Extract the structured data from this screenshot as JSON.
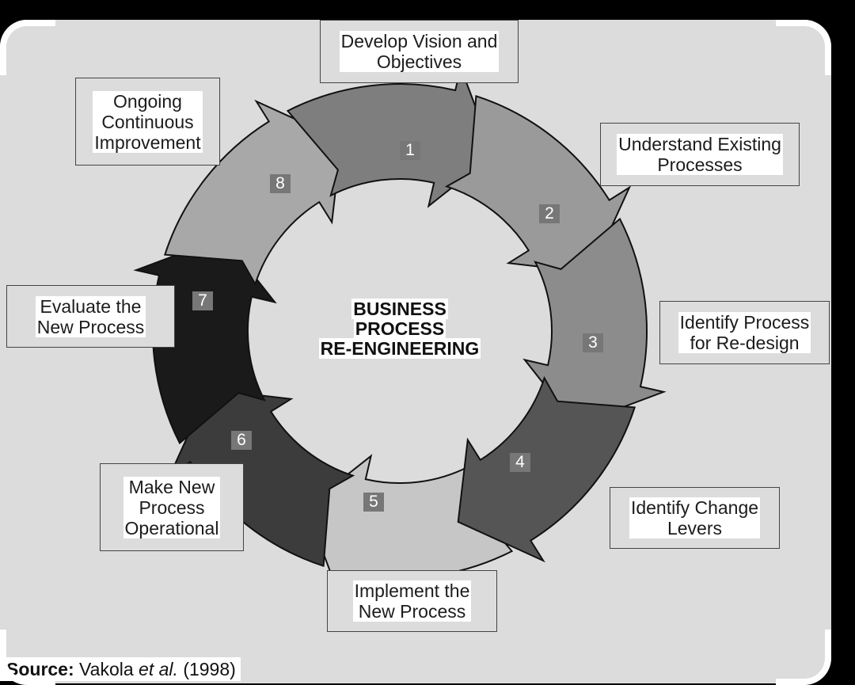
{
  "diagram": {
    "center_lines": [
      "BUSINESS",
      "PROCESS",
      "RE-ENGINEERING"
    ],
    "steps": [
      {
        "number": "1",
        "label": "Develop Vision and\nObjectives",
        "color": "#7e7e7e"
      },
      {
        "number": "2",
        "label": "Understand Existing\nProcesses",
        "color": "#9a9a9a"
      },
      {
        "number": "3",
        "label": "Identify Process\nfor Re-design",
        "color": "#8c8c8c"
      },
      {
        "number": "4",
        "label": "Identify Change\nLevers",
        "color": "#555555"
      },
      {
        "number": "5",
        "label": "Implement the\nNew Process",
        "color": "#c6c6c6"
      },
      {
        "number": "6",
        "label": "Make New\nProcess\nOperational",
        "color": "#3c3c3c"
      },
      {
        "number": "7",
        "label": "Evaluate the\nNew Process",
        "color": "#1a1a1a"
      },
      {
        "number": "8",
        "label": "Ongoing\nContinuous\nImprovement",
        "color": "#a8a8a8"
      }
    ]
  },
  "source": {
    "label": "Source:",
    "author": "Vakola",
    "etal": "et al.",
    "year": "(1998)"
  }
}
